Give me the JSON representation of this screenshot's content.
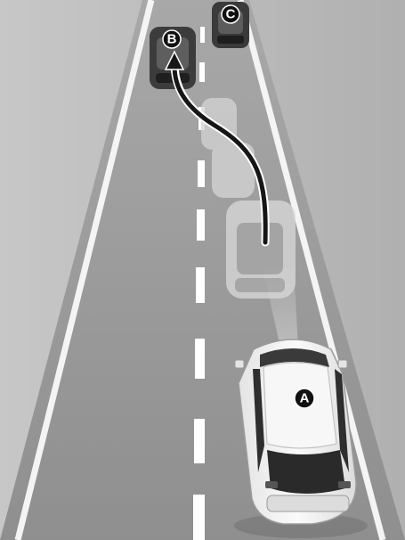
{
  "scene": {
    "description_labels": {
      "car_a": "A",
      "car_b": "B",
      "car_c": "C"
    },
    "colors": {
      "road": "#969696",
      "roadside": "#b5b5b5",
      "lane_marking": "#ffffff",
      "ghost_car": "#d9d9d9",
      "car_a_body": "#f2f2f2",
      "dark_car": "#3a3a3a",
      "path_arrow": "#161616",
      "marker_bg": "#111111",
      "sensor_beam": "#bdbdbd"
    }
  }
}
